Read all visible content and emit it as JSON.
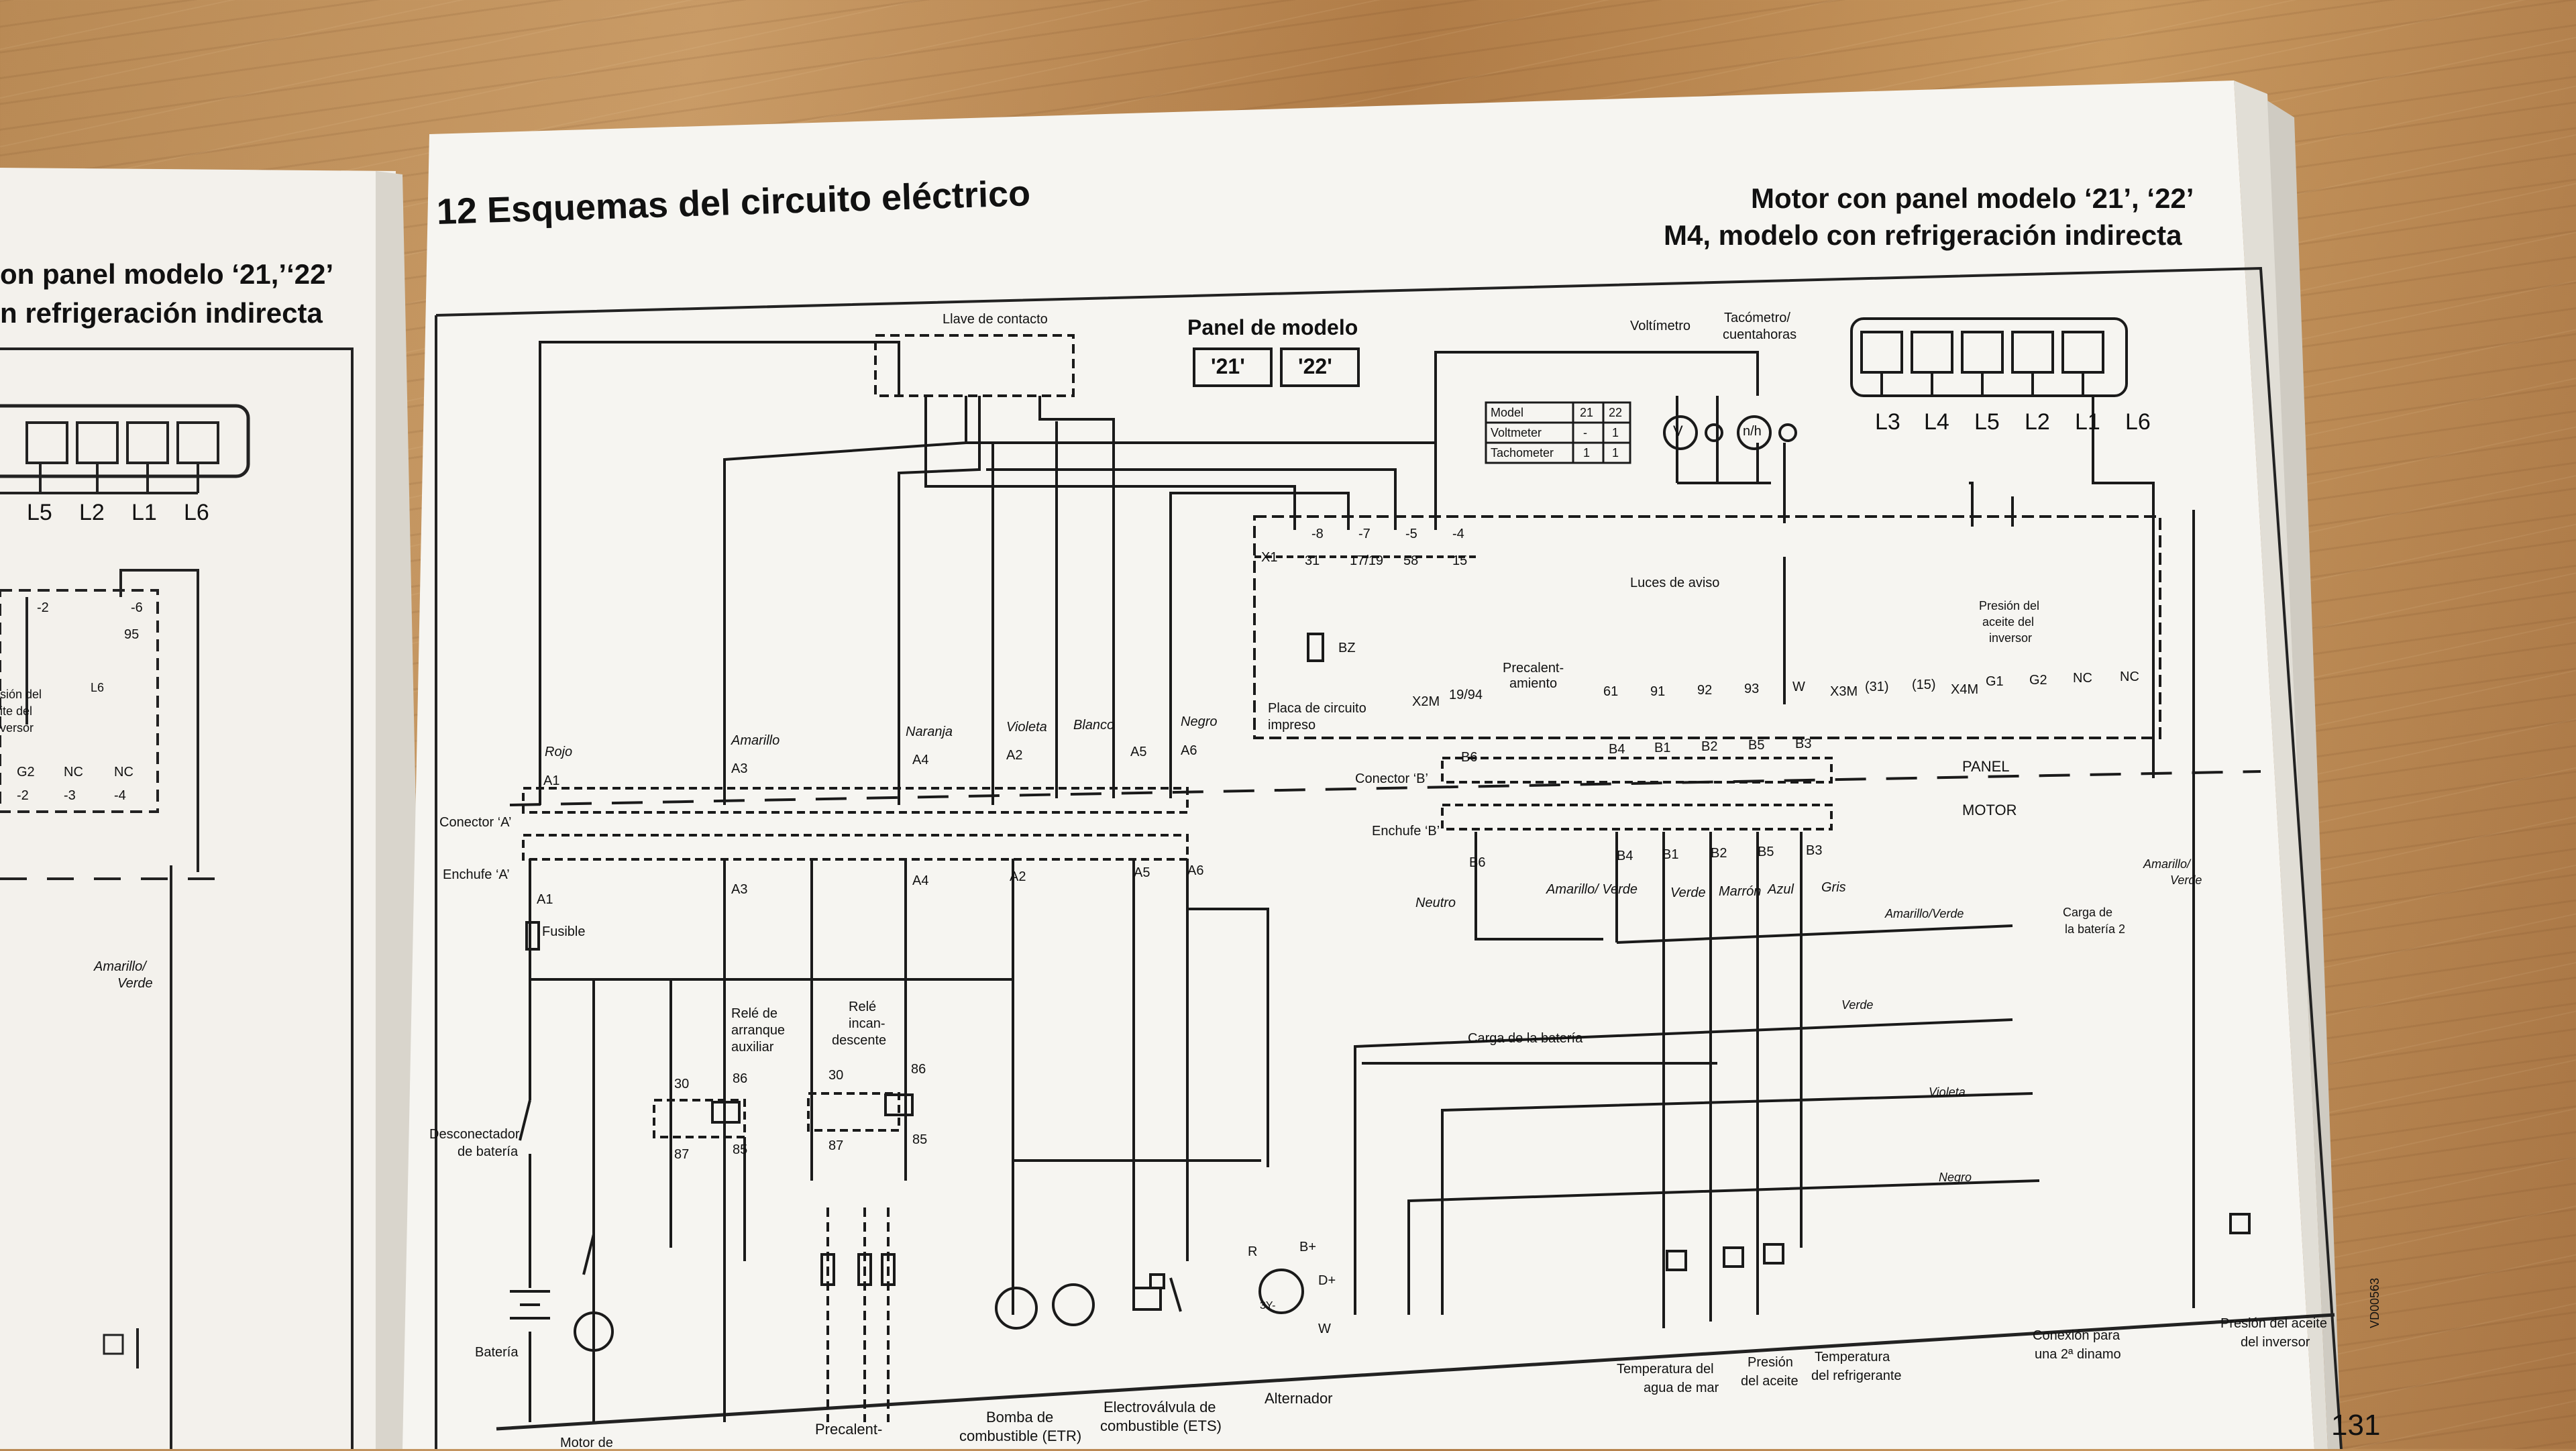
{
  "left_page": {
    "heading_line1": "on panel modelo ‘21,’‘22’",
    "heading_line2": "n refrigeración indirecta",
    "labels": [
      "L5",
      "L2",
      "L1",
      "L6"
    ],
    "pins": [
      "-2",
      "-6",
      "95"
    ],
    "oil_label": [
      "sión del",
      "ite del",
      "versor"
    ],
    "lamp": "L6",
    "bottom_pins": [
      "G2",
      "NC",
      "NC",
      "-2",
      "-3",
      "-4"
    ],
    "wire_color": [
      "Amarillo/",
      "Verde"
    ]
  },
  "right_page": {
    "section_title": "12 Esquemas del circuito eléctrico",
    "header_line1": "Motor con panel modelo ‘21’, ‘22’",
    "header_line2": "M4, modelo con refrigeración indirecta",
    "page_number": "131",
    "doc_code": "VD00563",
    "panel_model": {
      "title": "Panel de modelo",
      "models": [
        "'21'",
        "'22'"
      ]
    },
    "key_switch": "Llave de contacto",
    "voltmeter": "Voltímetro",
    "tachometer": [
      "Tacómetro/",
      "cuentahoras"
    ],
    "model_table": {
      "headers": [
        "Model",
        "21",
        "22"
      ],
      "rows": [
        [
          "Voltmeter",
          "-",
          "1"
        ],
        [
          "Tachometer",
          "1",
          "1"
        ]
      ]
    },
    "gauges": [
      "V",
      "n/h"
    ],
    "lamp_labels": [
      "L3",
      "L4",
      "L5",
      "L2",
      "L1",
      "L6"
    ],
    "x1_pins": [
      "-8",
      "-7",
      "-5",
      "-4"
    ],
    "x1_numbers": [
      "31",
      "17/19",
      "58",
      "15"
    ],
    "x1": "X1",
    "buzzer": "BZ",
    "pcb": [
      "Placa de circuito",
      "impreso"
    ],
    "preheat": [
      "Precalent-",
      "amiento"
    ],
    "warning_lights": "Luces de aviso",
    "x2m": "X2M",
    "x2m_pin": "19/94",
    "x2m_pins": [
      "61",
      "91",
      "92",
      "93",
      "W"
    ],
    "x3m": "X3M",
    "x3m_pins": [
      "(31)",
      "(15)"
    ],
    "x4m": "X4M",
    "x4m_pins": [
      "G1",
      "G2",
      "NC",
      "NC"
    ],
    "oil_inverter": [
      "Presión del",
      "aceite del",
      "inversor"
    ],
    "panel_label": "PANEL",
    "motor_label": "MOTOR",
    "connector_b": "Conector ‘B’",
    "plug_b": "Enchufe ‘B’",
    "connector_a": "Conector ‘A’",
    "plug_a": "Enchufe ‘A’",
    "b_pins": [
      "B6",
      "B4",
      "B1",
      "B2",
      "B5",
      "B3"
    ],
    "wire_colors_top": [
      "Rojo",
      "Amarillo",
      "Naranja",
      "Violeta",
      "Blanco",
      "Negro"
    ],
    "a_pins": [
      "A1",
      "A3",
      "A4",
      "A2",
      "A5",
      "A6"
    ],
    "wire_colors_b": [
      "Neutro",
      "Amarillo/ Verde",
      "Verde",
      "Marrón",
      "Azul",
      "Gris"
    ],
    "fuse": "Fusible",
    "aux_relay": [
      "Relé de",
      "arranque",
      "auxiliar"
    ],
    "glow_relay": [
      "Relé",
      "incan-",
      "descente"
    ],
    "relay_pins": [
      "30",
      "86",
      "87",
      "85"
    ],
    "battery_switch": [
      "Desconectador",
      "de batería"
    ],
    "battery": "Batería",
    "starter": "Motor de",
    "preheating_bottom": "Precalent-",
    "fuel_pump": [
      "Bomba de",
      "combustible (ETR)"
    ],
    "fuel_valve": [
      "Electroválvula de",
      "combustible (ETS)"
    ],
    "alternator": "Alternador",
    "alt_pins": [
      "R",
      "B+",
      "D+",
      "W",
      "3Y-"
    ],
    "battery_charge": "Carga de la batería",
    "right_wires": [
      "Amarillo/Verde",
      "Verde",
      "Violeta",
      "Negro"
    ],
    "battery2": [
      "Carga de",
      "la batería 2"
    ],
    "sensor_labels": [
      [
        "Temperatura del",
        "agua de mar"
      ],
      [
        "Presión",
        "del aceite"
      ],
      [
        "Temperatura",
        "del refrigerante"
      ],
      [
        "Conexión para",
        "una 2ª dinamo"
      ],
      [
        "Presión del aceite",
        "del inversor"
      ]
    ],
    "amarillo_verde": [
      "Amarillo/",
      "Verde"
    ]
  }
}
